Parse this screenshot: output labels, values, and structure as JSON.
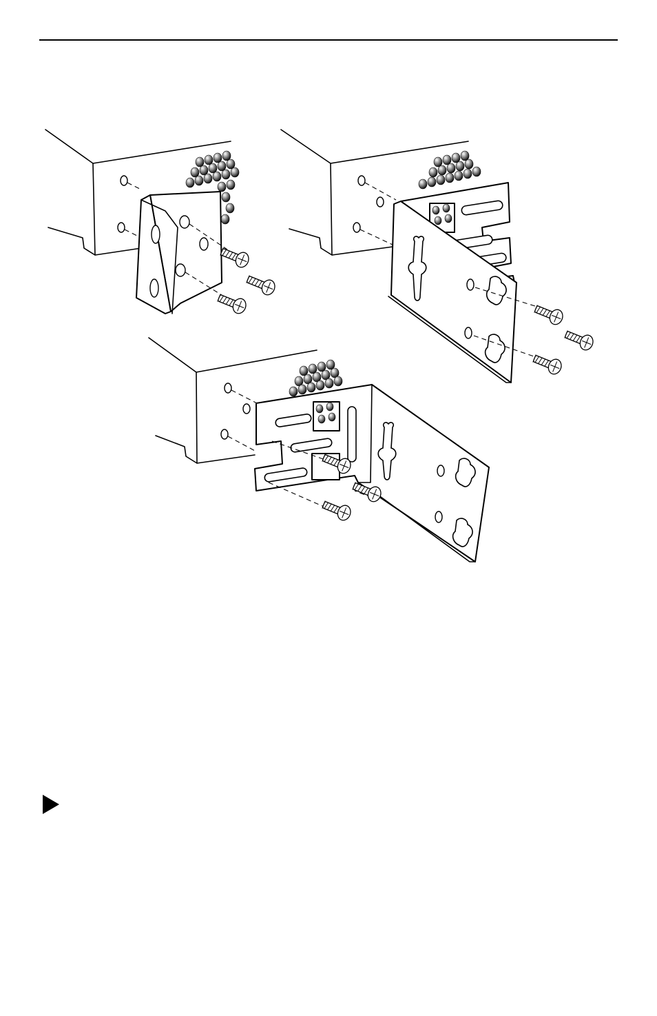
{
  "page": {
    "figure": {
      "views": [
        {
          "name": "rack-bracket-view"
        },
        {
          "name": "wall-bracket-view"
        },
        {
          "name": "shelf-bracket-view"
        }
      ]
    },
    "icons": [
      "right-triangle-arrow-icon"
    ]
  }
}
